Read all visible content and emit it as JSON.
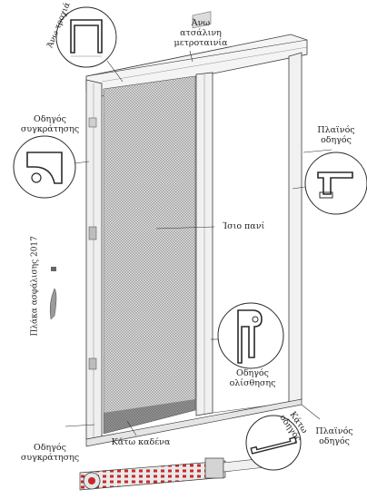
{
  "labels": {
    "top_rail": "Άνω\nατσάλινη μετροταινία",
    "top_track": "Άνω τροχιά",
    "holding_guide_top": "Οδηγός\nσυγκράτησης",
    "side_guide": "Πλαϊνός\nοδηγός",
    "flat_fabric": "Ίσιο πανί",
    "lock_plate": "Πλάκα ασφάλισης 2017",
    "sliding_guide": "Οδηγός\nολίσθησης",
    "lower_chain": "Κάτω καδένα",
    "holding_guide_bottom": "Οδηγός\nσυγκράτησης",
    "bottom_rail": "Κάτω\nοδηγός",
    "side_guide_bottom": "Πλαϊνός\nοδηγός"
  },
  "colors": {
    "line": "#3a3a3a",
    "frame_fill": "#f2f2f2",
    "mesh": "#9a9a9a",
    "accent_red": "#c8282a"
  }
}
